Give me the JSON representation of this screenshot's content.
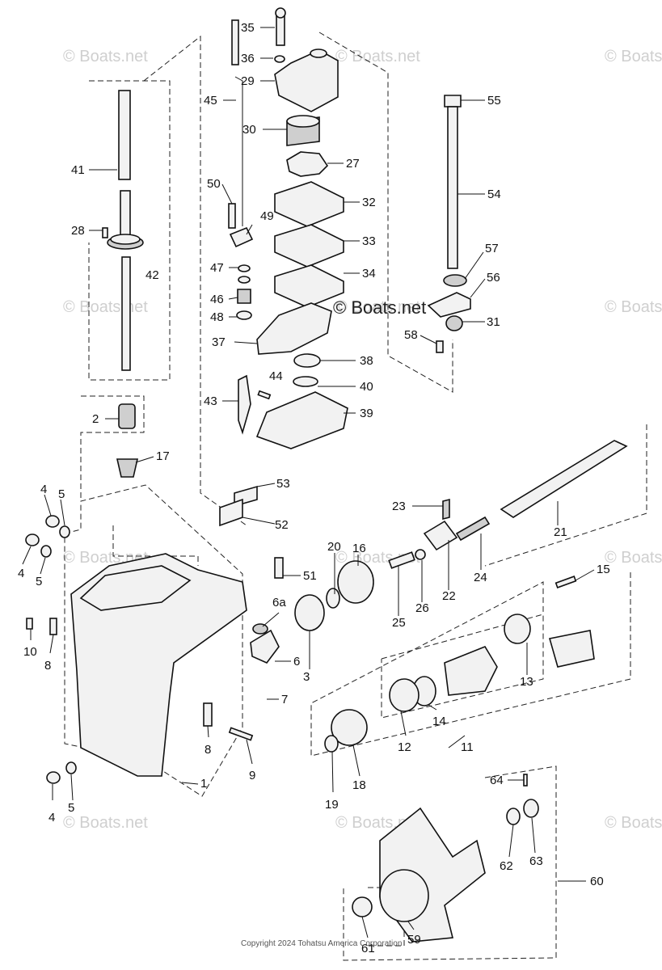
{
  "watermarks": [
    "© Boats.net",
    "© Boats.net",
    "© Boats.net",
    "© Boats.net",
    "© Boats.net",
    "© Boats.net",
    "© Boats.net",
    "© Boats.net",
    "© Boats.net",
    "© Boats.net",
    "© Boats.net",
    "© Boats.net"
  ],
  "center_watermark": "© Boats.net",
  "copyright": "Copyright 2024 Tohatsu America Corporation",
  "callouts": [
    "35",
    "36",
    "29",
    "45",
    "30",
    "27",
    "32",
    "33",
    "34",
    "50",
    "49",
    "47",
    "46",
    "48",
    "37",
    "38",
    "40",
    "39",
    "43",
    "44",
    "41",
    "28",
    "42",
    "2",
    "17",
    "55",
    "54",
    "57",
    "56",
    "31",
    "58",
    "53",
    "52",
    "23",
    "21",
    "16",
    "20",
    "22",
    "24",
    "26",
    "25",
    "51",
    "15",
    "6a",
    "6",
    "3",
    "7",
    "13",
    "4",
    "5",
    "4",
    "5",
    "10",
    "8",
    "8",
    "9",
    "1",
    "14",
    "12",
    "11",
    "19",
    "18",
    "64",
    "62",
    "63",
    "60",
    "4",
    "5",
    "61",
    "59"
  ]
}
